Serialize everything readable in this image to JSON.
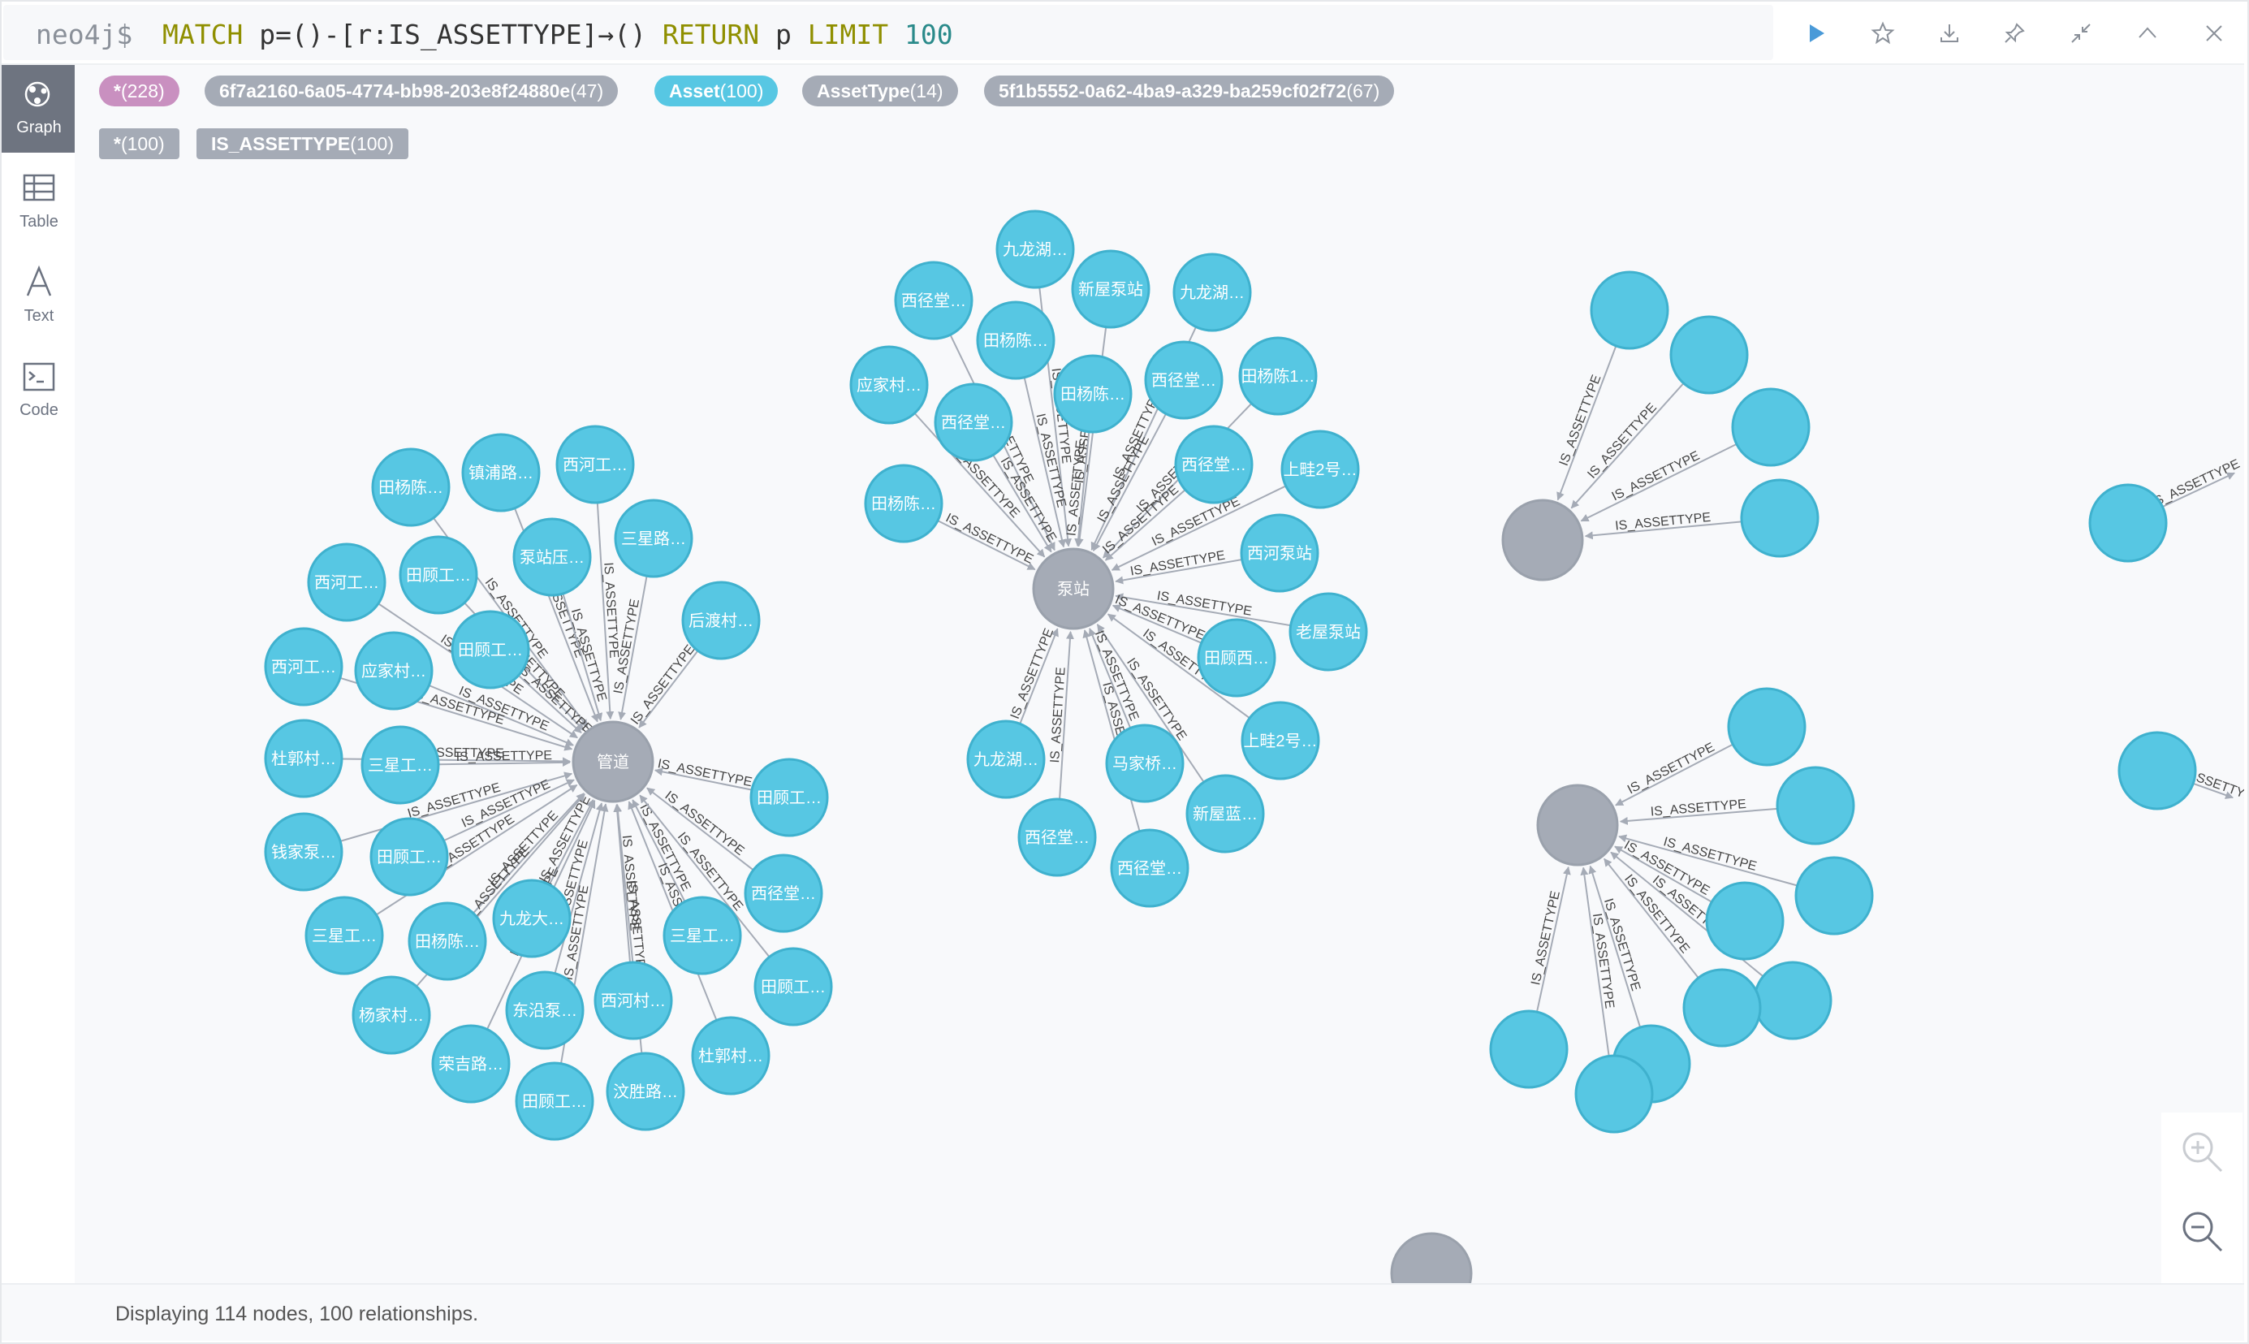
{
  "query_bar": {
    "prompt": "neo4j$",
    "kw_match": "MATCH",
    "path_part": " p=()-[r:IS_ASSETTYPE]→() ",
    "kw_return": "RETURN",
    "var_p": " p ",
    "kw_limit": "LIMIT",
    "limit_value": "100",
    "buttons": [
      "play-icon",
      "star-icon",
      "download-icon",
      "pin-icon",
      "collapse-icon",
      "chevron-up-icon",
      "close-icon"
    ],
    "accent_color": "#4a9ad8"
  },
  "sidebar": {
    "items": [
      {
        "label": "Graph",
        "icon": "graph-icon",
        "active": true
      },
      {
        "label": "Table",
        "icon": "table-icon",
        "active": false
      },
      {
        "label": "Text",
        "icon": "text-icon",
        "active": false
      },
      {
        "label": "Code",
        "icon": "code-icon",
        "active": false
      }
    ]
  },
  "node_labels": [
    {
      "name": "*",
      "count": "(228)",
      "color": "#c990c0"
    },
    {
      "name": "6f7a2160-6a05-4774-bb98-203e8f24880e",
      "count": "(47)",
      "color": "#a5abb6"
    },
    {
      "name": "Asset",
      "count": "(100)",
      "color": "#57c7e3"
    },
    {
      "name": "AssetType",
      "count": "(14)",
      "color": "#a5abb6"
    },
    {
      "name": "5f1b5552-0a62-4ba9-a329-ba259cf02f72",
      "count": "(67)",
      "color": "#a5abb6"
    }
  ],
  "relationship_types": [
    {
      "name": "*",
      "count": "(100)",
      "color": "#a5abb6"
    },
    {
      "name": "IS_ASSETTYPE",
      "count": "(100)",
      "color": "#a5abb6"
    }
  ],
  "graph": {
    "edge_label": "IS_ASSETTYPE",
    "node_color": "#57c7e3",
    "node_stroke": "#3fb1ce",
    "hub_color": "#a5abb6",
    "hub_stroke": "#9aa1ac",
    "edge_color": "#a5abb6",
    "hubs": [
      {
        "id": "h1",
        "label": "管道"
      },
      {
        "id": "h2",
        "label": "泵站"
      },
      {
        "id": "h3",
        "label": ""
      },
      {
        "id": "h4",
        "label": ""
      },
      {
        "id": "h5",
        "label": ""
      }
    ],
    "cluster1_nodes": [
      "田杨陈…",
      "镇浦路…",
      "西河工…",
      "三星路…",
      "后渡村…",
      "西河工…",
      "田顾工…",
      "泵站压…",
      "田顾工…",
      "应家村…",
      "西河工…",
      "杜郭村…",
      "三星工…",
      "钱家泵…",
      "田顾工…",
      "三星工…",
      "田杨陈…",
      "九龙大…",
      "杨家村…",
      "荣吉路…",
      "东沿泵…",
      "田顾工…",
      "西河村…",
      "汶胜路…",
      "田顾工…",
      "西径堂…",
      "三星工…",
      "田顾工…",
      "杜郭村…"
    ],
    "cluster2_nodes": [
      "九龙湖…",
      "西径堂…",
      "新屋泵站",
      "九龙湖…",
      "田杨陈…",
      "应家村…",
      "西径堂…",
      "田杨陈…",
      "西径堂…",
      "田杨陈1…",
      "田杨陈…",
      "西径堂…",
      "上畦2号…",
      "西河泵站",
      "老屋泵站",
      "田顾西…",
      "上畦2号…",
      "新屋蓝…",
      "西径堂…",
      "马家桥…",
      "西径堂…",
      "九龙湖…"
    ]
  },
  "footer": {
    "status": "Displaying 114 nodes, 100 relationships."
  },
  "zoom": {
    "in_icon": "zoom-in-icon",
    "out_icon": "zoom-out-icon"
  }
}
